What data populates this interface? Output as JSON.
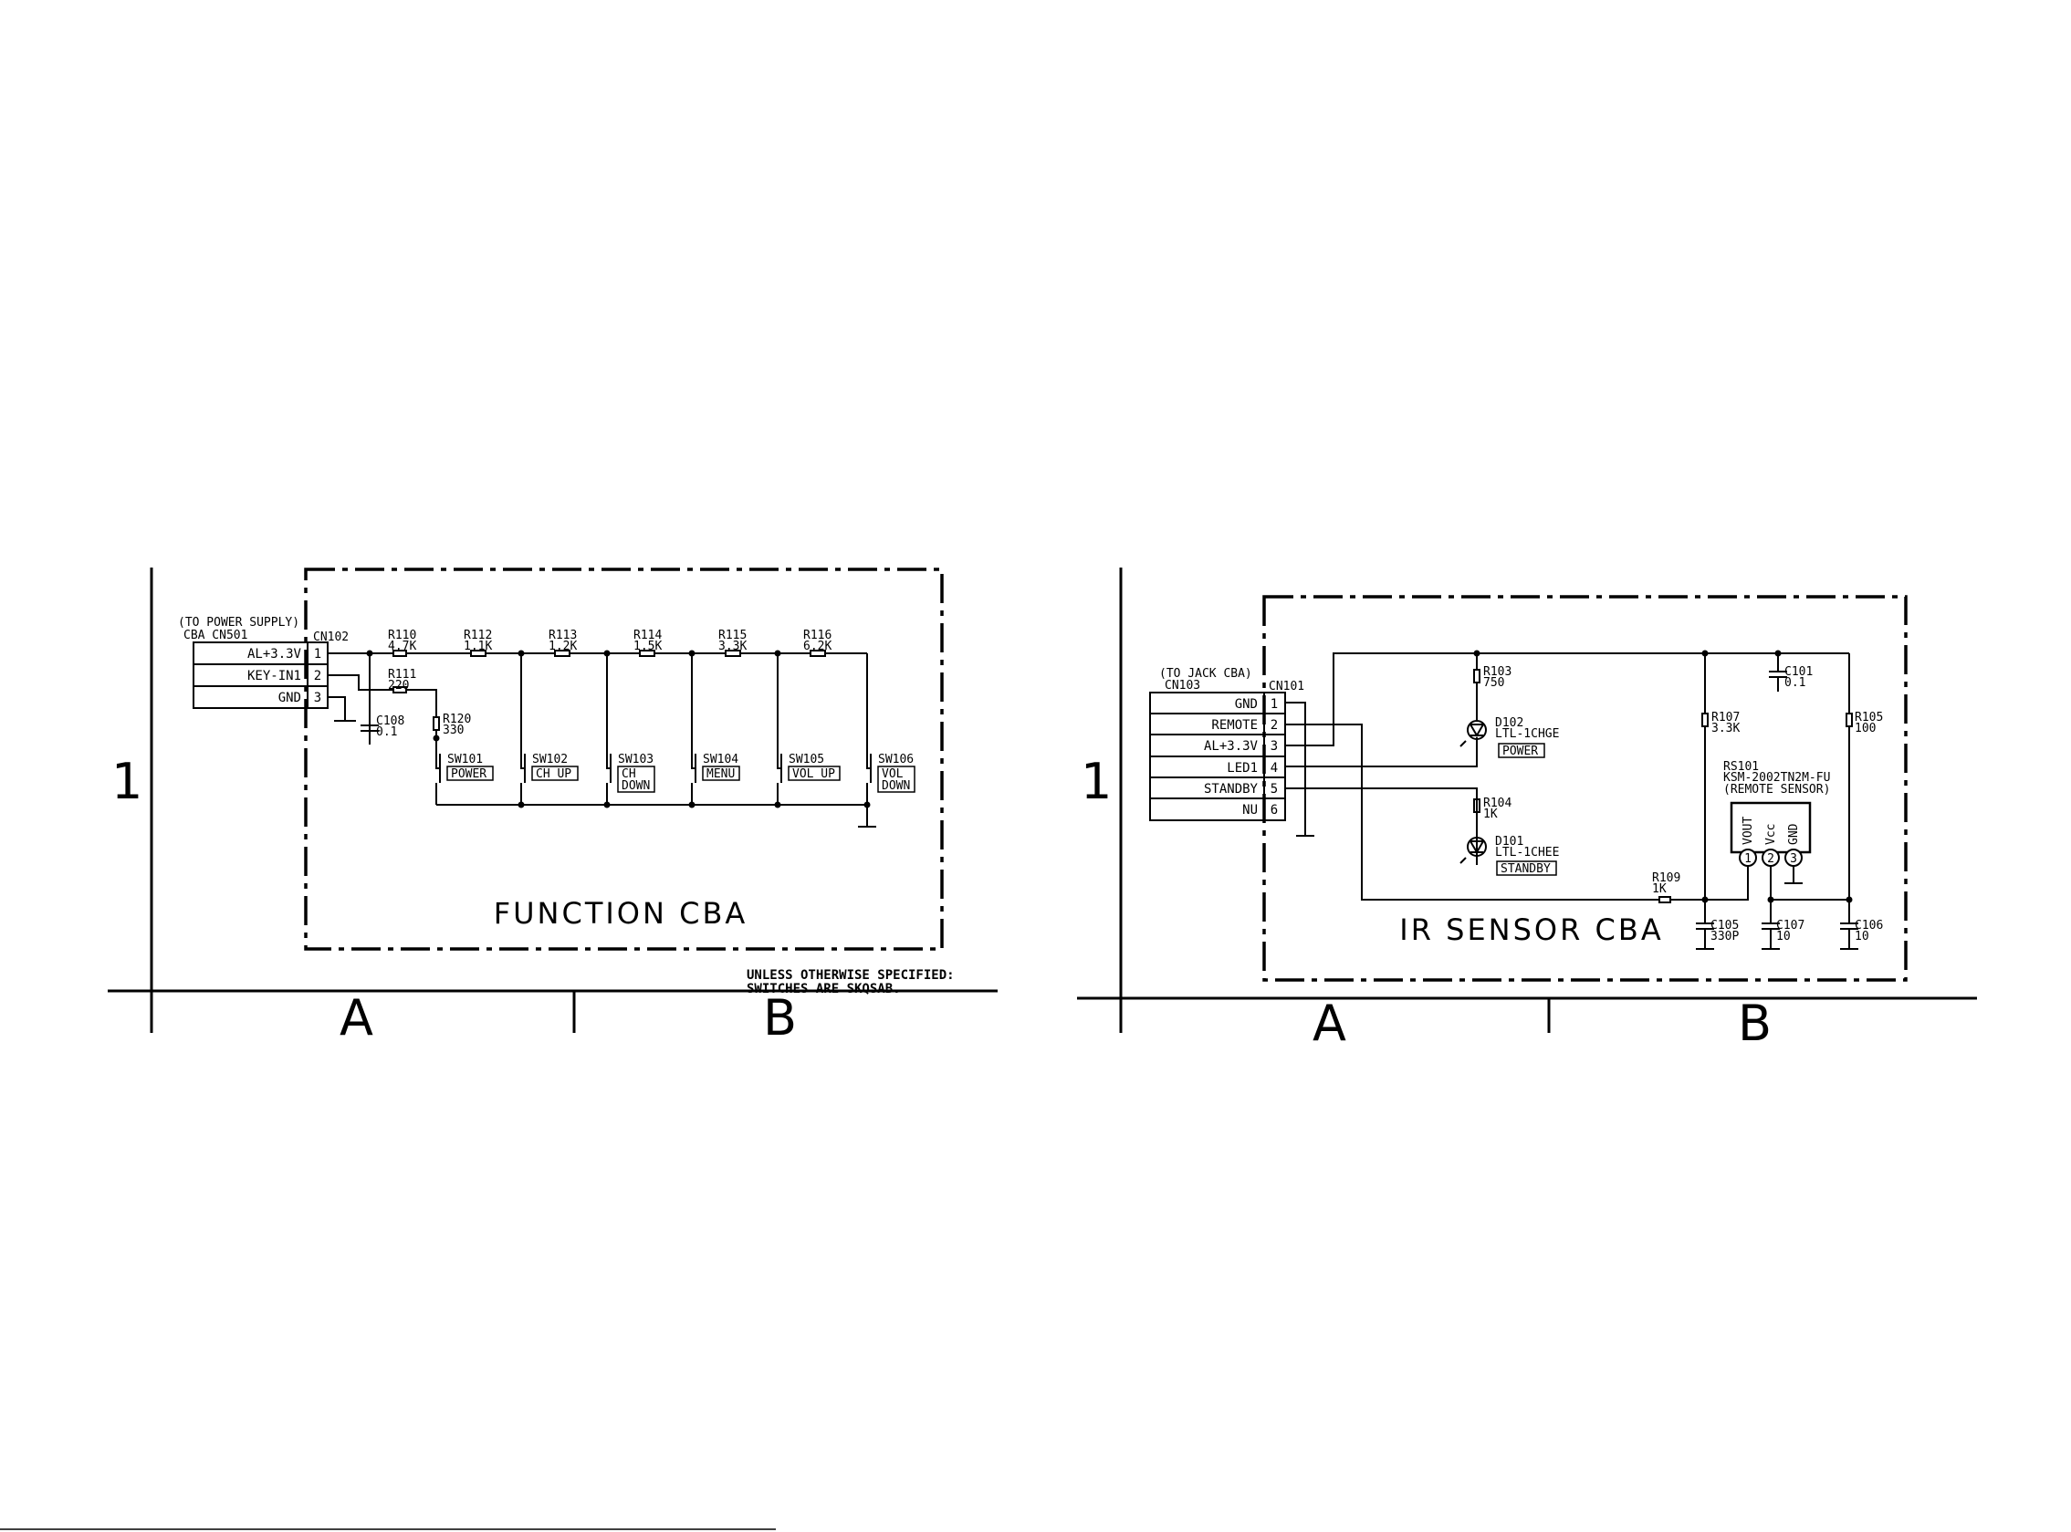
{
  "grid": {
    "row": "1",
    "col_a": "A",
    "col_b": "B"
  },
  "function_cba": {
    "title": "FUNCTION CBA",
    "source_line1": "(TO POWER SUPPLY)",
    "source_line2": "CBA CN501",
    "connector": "CN102",
    "pins": [
      {
        "num": "1",
        "name": "AL+3.3V"
      },
      {
        "num": "2",
        "name": "KEY-IN1"
      },
      {
        "num": "3",
        "name": "GND"
      }
    ],
    "resistors": [
      {
        "ref": "R110",
        "value": "4.7K"
      },
      {
        "ref": "R112",
        "value": "1.1K"
      },
      {
        "ref": "R113",
        "value": "1.2K"
      },
      {
        "ref": "R114",
        "value": "1.5K"
      },
      {
        "ref": "R115",
        "value": "3.3K"
      },
      {
        "ref": "R116",
        "value": "6.2K"
      }
    ],
    "r111": {
      "ref": "R111",
      "value": "220"
    },
    "r120": {
      "ref": "R120",
      "value": "330"
    },
    "c108": {
      "ref": "C108",
      "value": "0.1"
    },
    "switches": [
      {
        "ref": "SW101",
        "label1": "POWER",
        "label2": ""
      },
      {
        "ref": "SW102",
        "label1": "CH UP",
        "label2": ""
      },
      {
        "ref": "SW103",
        "label1": "CH",
        "label2": "DOWN"
      },
      {
        "ref": "SW104",
        "label1": "MENU",
        "label2": ""
      },
      {
        "ref": "SW105",
        "label1": "VOL UP",
        "label2": ""
      },
      {
        "ref": "SW106",
        "label1": "VOL",
        "label2": "DOWN"
      }
    ],
    "note_line1": "UNLESS OTHERWISE SPECIFIED:",
    "note_line2": "SWITCHES ARE SKQSAB."
  },
  "ir_sensor_cba": {
    "title": "IR SENSOR CBA",
    "source_line1": "(TO JACK CBA)",
    "source_line2": "CN103",
    "connector": "CN101",
    "pins": [
      {
        "num": "1",
        "name": "GND"
      },
      {
        "num": "2",
        "name": "REMOTE"
      },
      {
        "num": "3",
        "name": "AL+3.3V"
      },
      {
        "num": "4",
        "name": "LED1"
      },
      {
        "num": "5",
        "name": "STANDBY"
      },
      {
        "num": "6",
        "name": "NU"
      }
    ],
    "r103": {
      "ref": "R103",
      "value": "750"
    },
    "d102": {
      "ref": "D102",
      "part": "LTL-1CHGE",
      "label": "POWER"
    },
    "r104": {
      "ref": "R104",
      "value": "1K"
    },
    "d101": {
      "ref": "D101",
      "part": "LTL-1CHEE",
      "label": "STANDBY"
    },
    "r109": {
      "ref": "R109",
      "value": "1K"
    },
    "r107": {
      "ref": "R107",
      "value": "3.3K"
    },
    "r105": {
      "ref": "R105",
      "value": "100"
    },
    "c101": {
      "ref": "C101",
      "value": "0.1"
    },
    "c105": {
      "ref": "C105",
      "value": "330P"
    },
    "c107": {
      "ref": "C107",
      "value": "10"
    },
    "c106": {
      "ref": "C106",
      "value": "10"
    },
    "rs101": {
      "ref": "RS101",
      "part": "KSM-2002TN2M-FU",
      "desc": "(REMOTE SENSOR)",
      "pins": [
        {
          "num": "1",
          "name": "VOUT"
        },
        {
          "num": "2",
          "name": "Vcc"
        },
        {
          "num": "3",
          "name": "GND"
        }
      ]
    }
  }
}
